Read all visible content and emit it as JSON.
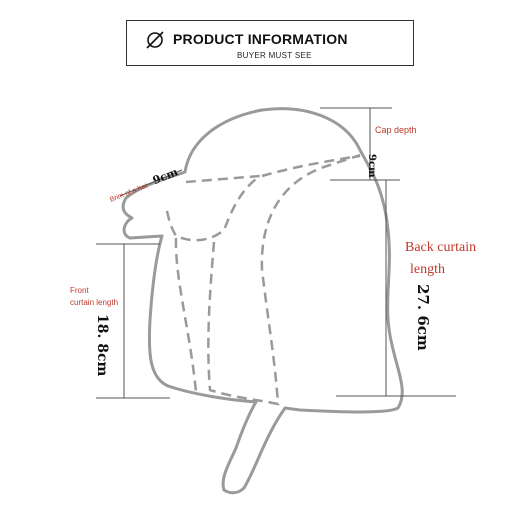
{
  "header": {
    "title": "PRODUCT INFORMATION",
    "subtitle": "BUYER MUST SEE",
    "icon": "no-symbol-icon"
  },
  "labels": {
    "cap_depth": "Cap depth",
    "cap_depth_value": "9cm",
    "brim_name": "Brim of a hat",
    "brim_value": "9cm",
    "back_curtain_line1": "Back curtain",
    "back_curtain_line2": "length",
    "back_curtain_value": "27. 6cm",
    "front_curtain_line1": "Front",
    "front_curtain_line2": "curtain length",
    "front_curtain_value": "18. 8cm"
  },
  "colors": {
    "outline": "#9a9a9a",
    "dim_line": "#555555",
    "label_red": "#c0392b",
    "value_dark": "#111111"
  }
}
